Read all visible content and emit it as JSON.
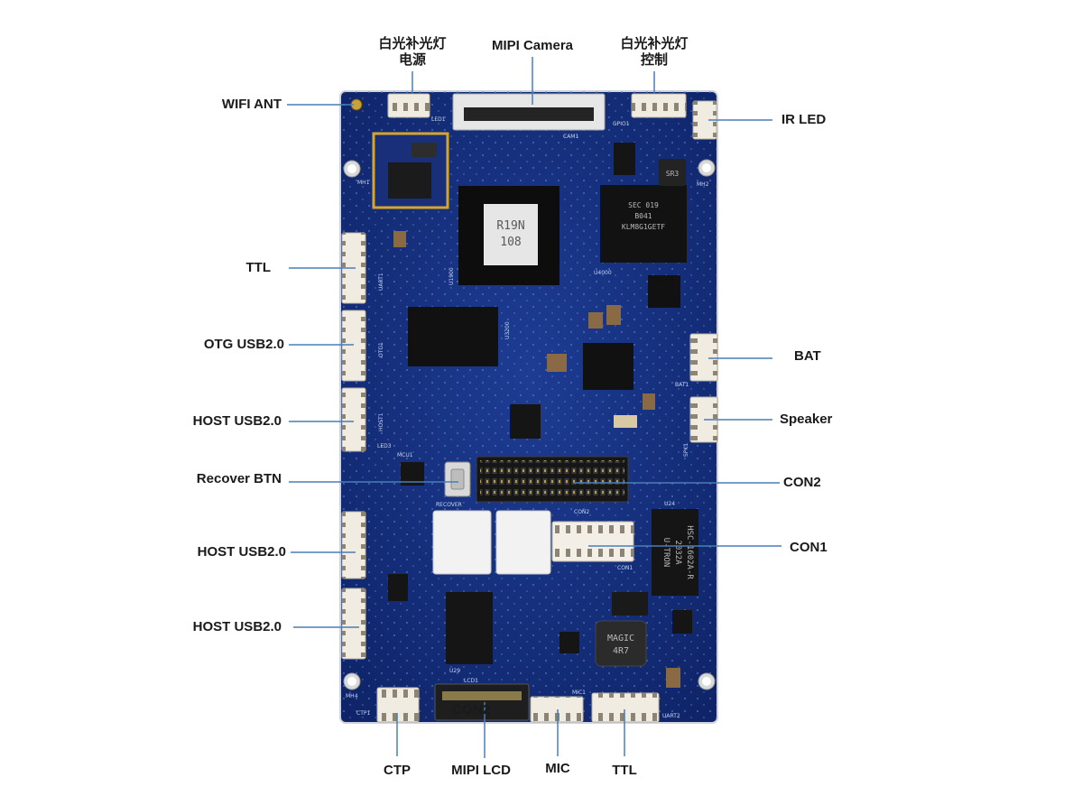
{
  "labels": {
    "led_power": {
      "line1": "白光补光灯",
      "line2": "电源"
    },
    "mipi_camera": "MIPI Camera",
    "led_control": {
      "line1": "白光补光灯",
      "line2": "控制"
    },
    "wifi_ant": "WIFI ANT",
    "ir_led": "IR LED",
    "ttl_left": "TTL",
    "otg_usb": "OTG USB2.0",
    "host_usb_1": "HOST USB2.0",
    "recover_btn": "Recover BTN",
    "host_usb_2": "HOST USB2.0",
    "host_usb_3": "HOST USB2.0",
    "bat": "BAT",
    "speaker": "Speaker",
    "con2": "CON2",
    "con1": "CON1",
    "con2_bottom": "CON2",
    "ctp": "CTP",
    "mipi_lcd": "MIPI LCD",
    "mic": "MIC",
    "ttl_bottom": "TTL"
  },
  "board": {
    "markings": {
      "soc_line1": "R19N",
      "soc_line2": "108",
      "emmc_line1": "SEC 019",
      "emmc_line2": "B041",
      "emmc_line3": "KLM8G1GETF",
      "inductor_line1": "MAGIC",
      "inductor_line2": "4R7",
      "u24_line1": "U-TRON",
      "u24_line2": "2032A",
      "u24_line3": "HSC-1602A-R",
      "sr3": "SR3"
    },
    "silkscreen": {
      "led1": "LED1",
      "cam1": "CAM1",
      "gpio1": "GPIO1",
      "uart1": "UART1",
      "otg1": "OTG1",
      "host1": "HOST1",
      "led3": "LED3",
      "mcu1": "MCU1",
      "recover": "RECOVER",
      "con2": "CON2",
      "con1": "CON1",
      "u24": "U24",
      "u29": "U29",
      "lcd1": "LCD1",
      "mic1": "MIC1",
      "uart2": "UART2",
      "ctp1": "CTP1",
      "bat1": "BAT1",
      "spk1": "SPK1",
      "u1900": "U1900",
      "u4000": "U4000",
      "u3200": "U3200",
      "mh1": "MH1",
      "mh2": "MH2",
      "mh4": "MH4"
    }
  },
  "colors": {
    "board": "#14307f",
    "leader_line": "#4a7db8",
    "label_text": "#1a1a1a",
    "connector": "#f1ece2"
  }
}
